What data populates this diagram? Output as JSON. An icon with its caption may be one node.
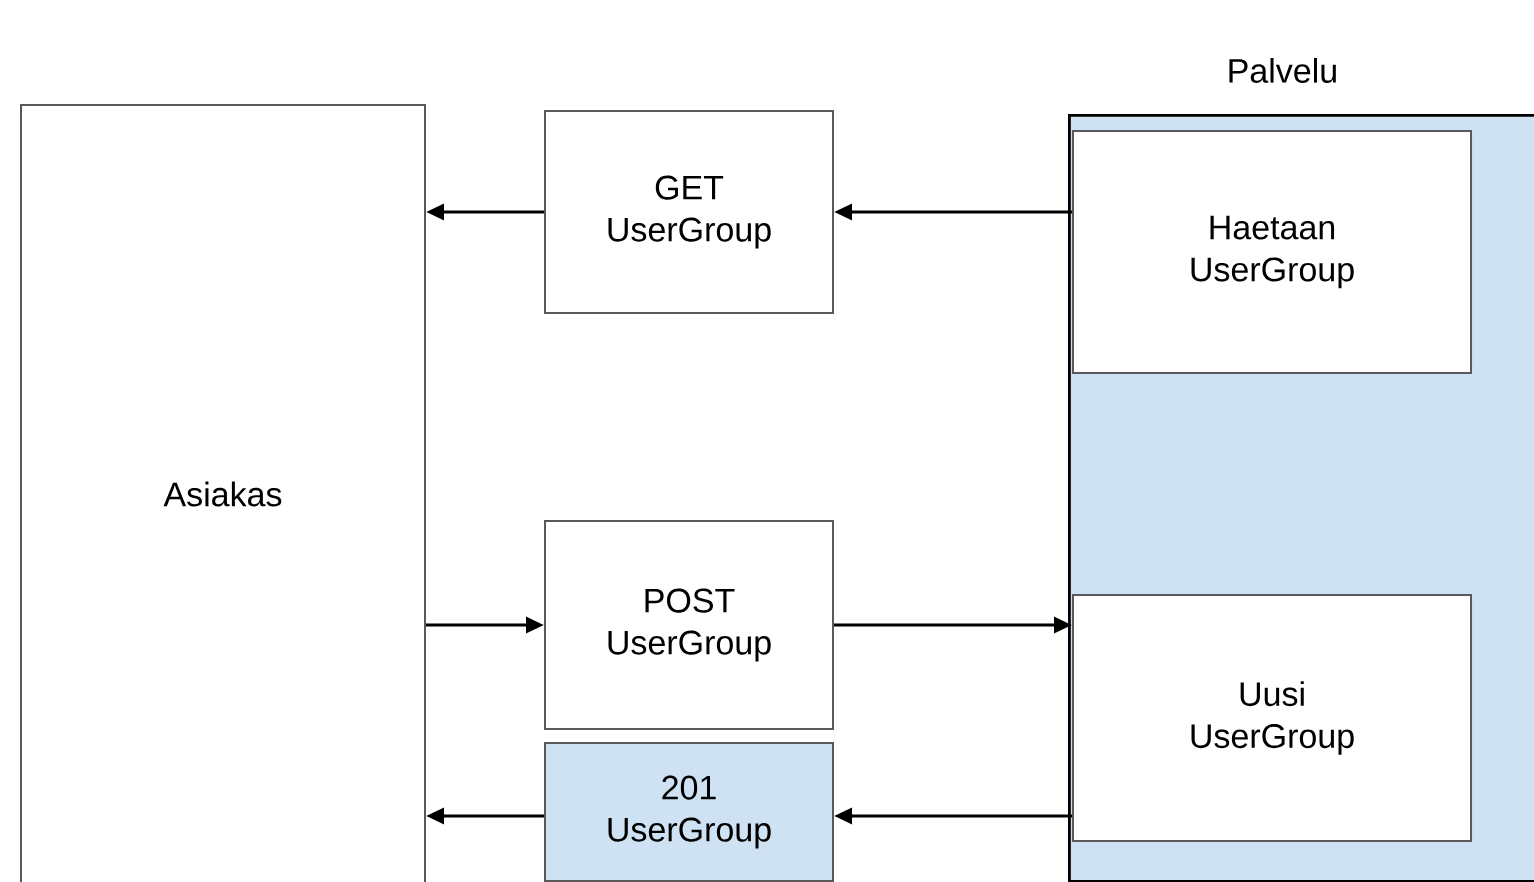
{
  "diagram": {
    "nodes": [
      {
        "text": [
          "Asiakas"
        ]
      },
      {
        "text": [
          "GET UserGroup"
        ]
      },
      {
        "text": [
          "POST UserGroup"
        ]
      },
      {
        "text": [
          "201 UserGroup"
        ]
      },
      {
        "text": [
          "Palvelu"
        ]
      },
      {
        "text": [
          "Haetaan UserGroup"
        ],
        "in": 4
      },
      {
        "text": [
          "Uusi UserGroup"
        ],
        "in": 4
      }
    ],
    "edges": [
      {
        "from": 1,
        "to": 0,
        "arrow": "to"
      },
      {
        "from": 5,
        "to": 1,
        "arrow": "to"
      },
      {
        "from": 0,
        "to": 2,
        "arrow": "to"
      },
      {
        "from": 2,
        "to": 6,
        "arrow": "to"
      },
      {
        "from": 6,
        "to": 3,
        "arrow": "to"
      },
      {
        "from": 3,
        "to": 0,
        "arrow": "to"
      }
    ]
  }
}
